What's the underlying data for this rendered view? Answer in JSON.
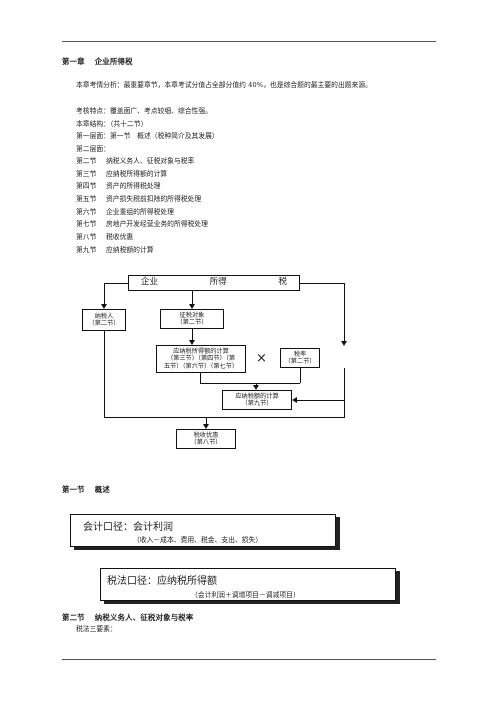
{
  "chapter_title": {
    "num": "第一章",
    "name": "企业所得税"
  },
  "intro": "本章考情分析：最重要章节，本章考试分值占全部分值约 40%，也是综合题的最主要的出题来源。",
  "points": "考核特点：覆盖面广、考点较细、综合性强。",
  "structure": "本章结构：（共十二节）",
  "level1": "第一层面：第一节　概述（税种简介及其发展）",
  "level2": "第二层面：",
  "sections": [
    {
      "num": "第二节",
      "name": "纳税义务人、征税对象与税率"
    },
    {
      "num": "第三节",
      "name": "应纳税所得额的计算"
    },
    {
      "num": "第四节",
      "name": "资产的所得税处理"
    },
    {
      "num": "第五节",
      "name": "资产损失税前扣除的所得税处理"
    },
    {
      "num": "第六节",
      "name": "企业重组的所得税处理"
    },
    {
      "num": "第七节",
      "name": "房地产开发经营业务的所得税处理"
    },
    {
      "num": "第八节",
      "name": "税收优惠"
    },
    {
      "num": "第九节",
      "name": "应纳税额的计算"
    }
  ],
  "diagram1": {
    "top": [
      "企业",
      "所得",
      "税"
    ],
    "taxpayer": [
      "纳税人",
      "（第二节）"
    ],
    "object": [
      "征税对象",
      "（第二节）"
    ],
    "income": [
      "应纳税所得额的计算",
      "（第三节）（第四节）（第",
      "五节）（第六节）（第七节）"
    ],
    "times": "×",
    "rate": [
      "税率",
      "（第二节）"
    ],
    "tax": [
      "应纳税额的计算",
      "（第九节）"
    ],
    "pref": [
      "税收优惠",
      "（第八节）"
    ]
  },
  "section1": {
    "num": "第一节",
    "name": "概述"
  },
  "diagram2": {
    "acc_title": "会计口径：会计利润",
    "acc_sub": "（收入－成本、费用、税金、支出、损失）",
    "tax_title": "税法口径：应纳税所得额",
    "tax_sub": "（会计利润＋调增项目－调减项目）"
  },
  "section2": {
    "num": "第二节",
    "name": "纳税义务人、征税对象与税率"
  },
  "tail": "税法三要素："
}
